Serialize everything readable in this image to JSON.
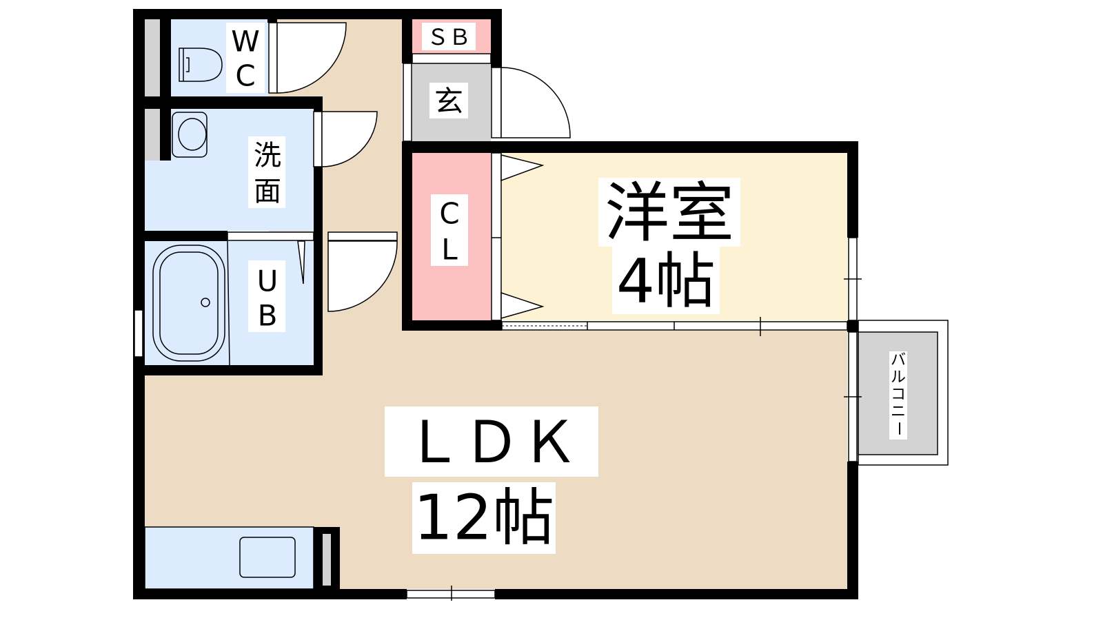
{
  "rooms": {
    "wc": {
      "label_top": "W",
      "label_bottom": "C"
    },
    "washroom": {
      "label_top": "洗",
      "label_bottom": "面"
    },
    "bath": {
      "label_top": "U",
      "label_bottom": "B"
    },
    "shoe_box": {
      "label": "ＳＢ"
    },
    "entrance": {
      "label": "玄"
    },
    "closet": {
      "label_top": "C",
      "label_bottom": "L"
    },
    "western_room": {
      "label": "洋室",
      "size": "4帖"
    },
    "ldk": {
      "label": "ＬＤＫ",
      "size": "12帖"
    },
    "balcony": {
      "label": [
        "バ",
        "ル",
        "コ",
        "ニ",
        "ー"
      ]
    }
  },
  "colors": {
    "wet_area": "#dcebfd",
    "hall": "#eddcc3",
    "storage": "#fdc0c0",
    "entrance": "#d3d3d3",
    "western_room": "#fdf2d3",
    "wall": "#000000"
  }
}
